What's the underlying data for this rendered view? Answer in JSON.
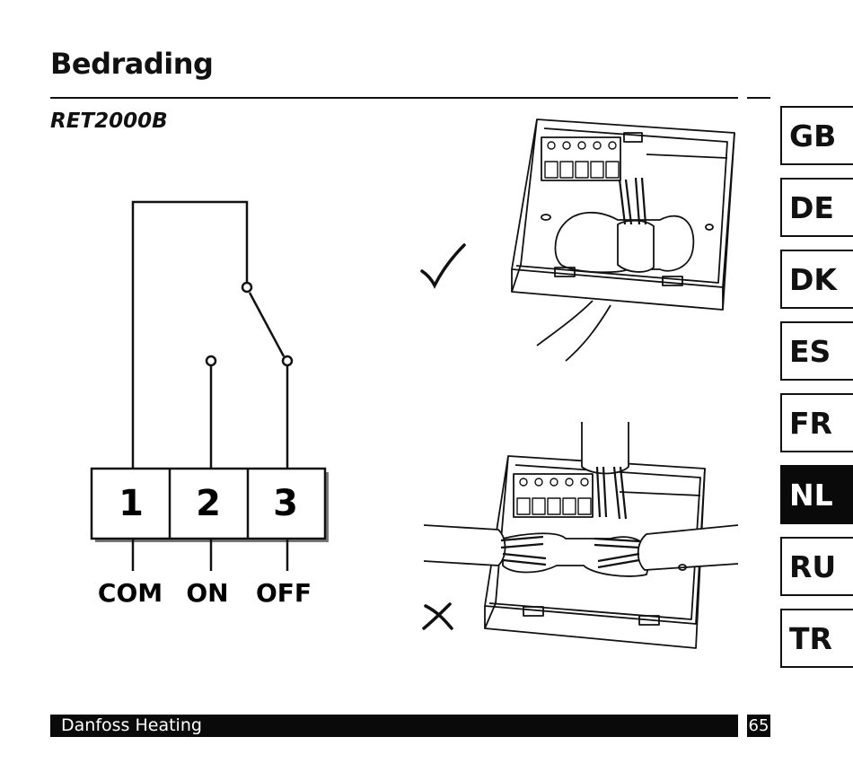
{
  "page": {
    "title": "Bedrading",
    "model": "RET2000B"
  },
  "terminals": [
    {
      "number": "1",
      "label": "COM"
    },
    {
      "number": "2",
      "label": "ON"
    },
    {
      "number": "3",
      "label": "OFF"
    }
  ],
  "languages": [
    {
      "code": "GB",
      "active": false
    },
    {
      "code": "DE",
      "active": false
    },
    {
      "code": "DK",
      "active": false
    },
    {
      "code": "ES",
      "active": false
    },
    {
      "code": "FR",
      "active": false
    },
    {
      "code": "NL",
      "active": true
    },
    {
      "code": "RU",
      "active": false
    },
    {
      "code": "TR",
      "active": false
    }
  ],
  "illustrations": {
    "correct_mark": "checkmark-icon",
    "incorrect_mark": "cross-icon"
  },
  "footer": {
    "brand": "Danfoss Heating",
    "page_number": "65"
  }
}
